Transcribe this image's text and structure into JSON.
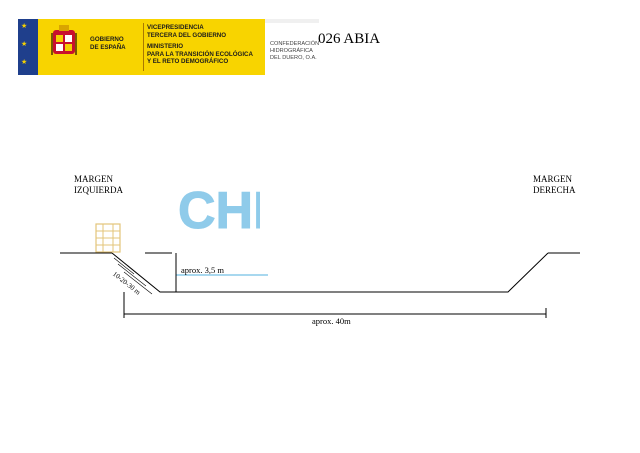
{
  "header": {
    "gov_line1": "GOBIERNO",
    "gov_line2": "DE ESPAÑA",
    "vice_line1": "VICEPRESIDENCIA",
    "vice_line2": "TERCERA DEL GOBIERNO",
    "min_line1": "MINISTERIO",
    "min_line2": "PARA LA TRANSICIÓN ECOLÓGICA",
    "min_line3": "Y EL RETO DEMOGRÁFICO",
    "chd_line1": "CONFEDERACIÓN",
    "chd_line2": "HIDROGRÁFICA",
    "chd_line3": "DEL DUERO, O.A."
  },
  "title": "026 ABIA",
  "labels": {
    "left_margin_line1": "MARGEN",
    "left_margin_line2": "IZQUIERDA",
    "right_margin_line1": "MARGEN",
    "right_margin_line2": "DERECHA",
    "depth": "aprox. 3,5 m",
    "width": "aprox. 40m",
    "slope": "10-20-30 m"
  },
  "watermark": {
    "text": "CHD",
    "color": "#8fcbea"
  },
  "colors": {
    "gov_yellow": "#f8d400",
    "eu_blue": "#1f3f8c",
    "tree": "#e3c47a"
  }
}
